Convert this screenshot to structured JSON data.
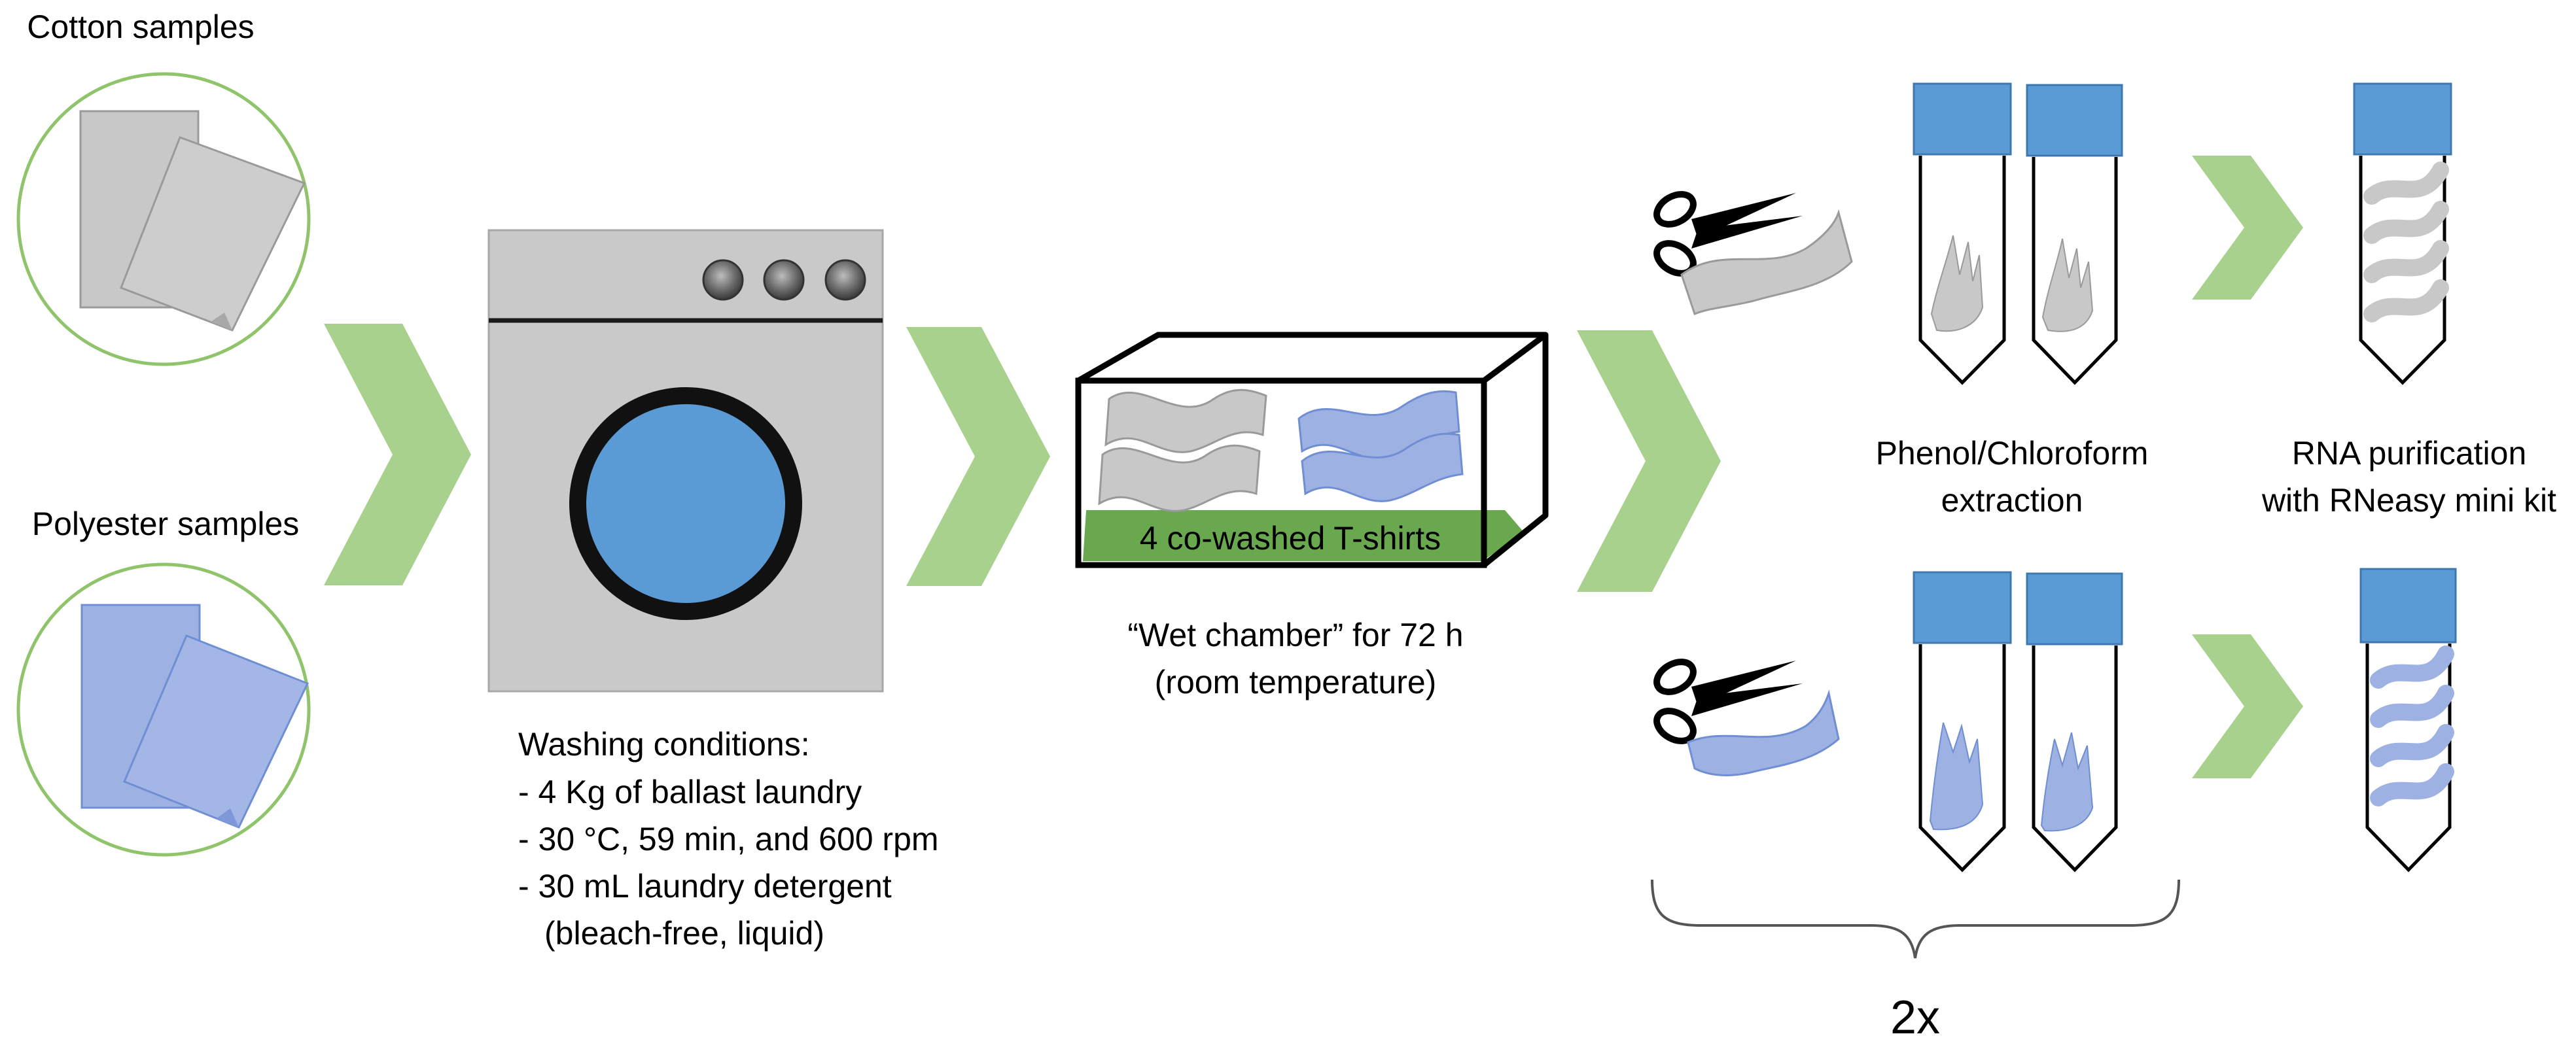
{
  "labels": {
    "cotton_samples": "Cotton samples",
    "polyester_samples": "Polyester samples",
    "washing_title": "Washing conditions:",
    "washing_line1": "- 4 Kg of ballast laundry",
    "washing_line2": "- 30 °C, 59 min, and 600 rpm",
    "washing_line3": "- 30 mL laundry detergent",
    "washing_line4": "(bleach-free, liquid)",
    "chamber_tray": "4 co-washed T-shirts",
    "chamber_caption1": "“Wet chamber” for 72 h",
    "chamber_caption2": "(room temperature)",
    "extraction_line1": "Phenol/Chloroform",
    "extraction_line2": "extraction",
    "purification_line1": "RNA purification",
    "purification_line2": "with RNeasy mini kit",
    "repeat": "2x"
  },
  "colors": {
    "cotton_fill": "#c8c8c8",
    "cotton_stroke": "#9a9a9a",
    "polyester_fill": "#9db1e2",
    "polyester_stroke": "#6f8ed4",
    "circle_stroke": "#8fc46a",
    "arrow_fill": "#a9d18e",
    "tray_fill": "#6aa84f",
    "machine_body": "#c9c9c9",
    "drum_blue": "#5b9bd5",
    "cap_blue": "#5b9bd5"
  },
  "icons": [
    "scissors-icon",
    "washing-machine-icon",
    "tube-icon",
    "chevron-arrow-icon"
  ]
}
